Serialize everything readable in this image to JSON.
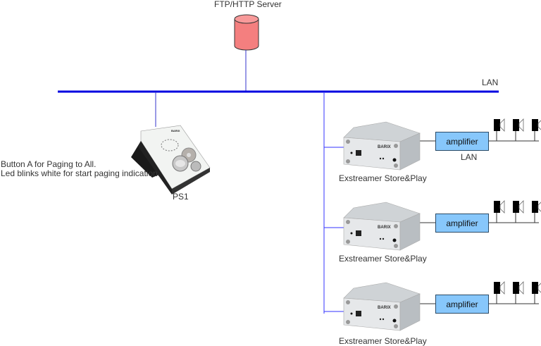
{
  "server": {
    "label": "FTP/HTTP Server",
    "icon": "database-cylinder-icon",
    "color": "#f47f7f"
  },
  "network": {
    "lan_label": "LAN",
    "lan_color": "#0000e0"
  },
  "paging_station": {
    "label": "PS1",
    "note_line1": "Button A for Paging to All.",
    "note_line2": "Led blinks white for start paging indication."
  },
  "players": [
    {
      "label": "Exstreamer Store&Play",
      "brand": "BARIX",
      "amplifier": "amplifier",
      "amp_sub": "LAN",
      "speakers": 3
    },
    {
      "label": "Exstreamer Store&Play",
      "brand": "BARIX",
      "amplifier": "amplifier",
      "amp_sub": "",
      "speakers": 3
    },
    {
      "label": "Exstreamer Store&Play",
      "brand": "BARIX",
      "amplifier": "amplifier",
      "amp_sub": "",
      "speakers": 3
    }
  ],
  "colors": {
    "amplifier_fill": "#87c7fb",
    "wire": "#333333"
  }
}
